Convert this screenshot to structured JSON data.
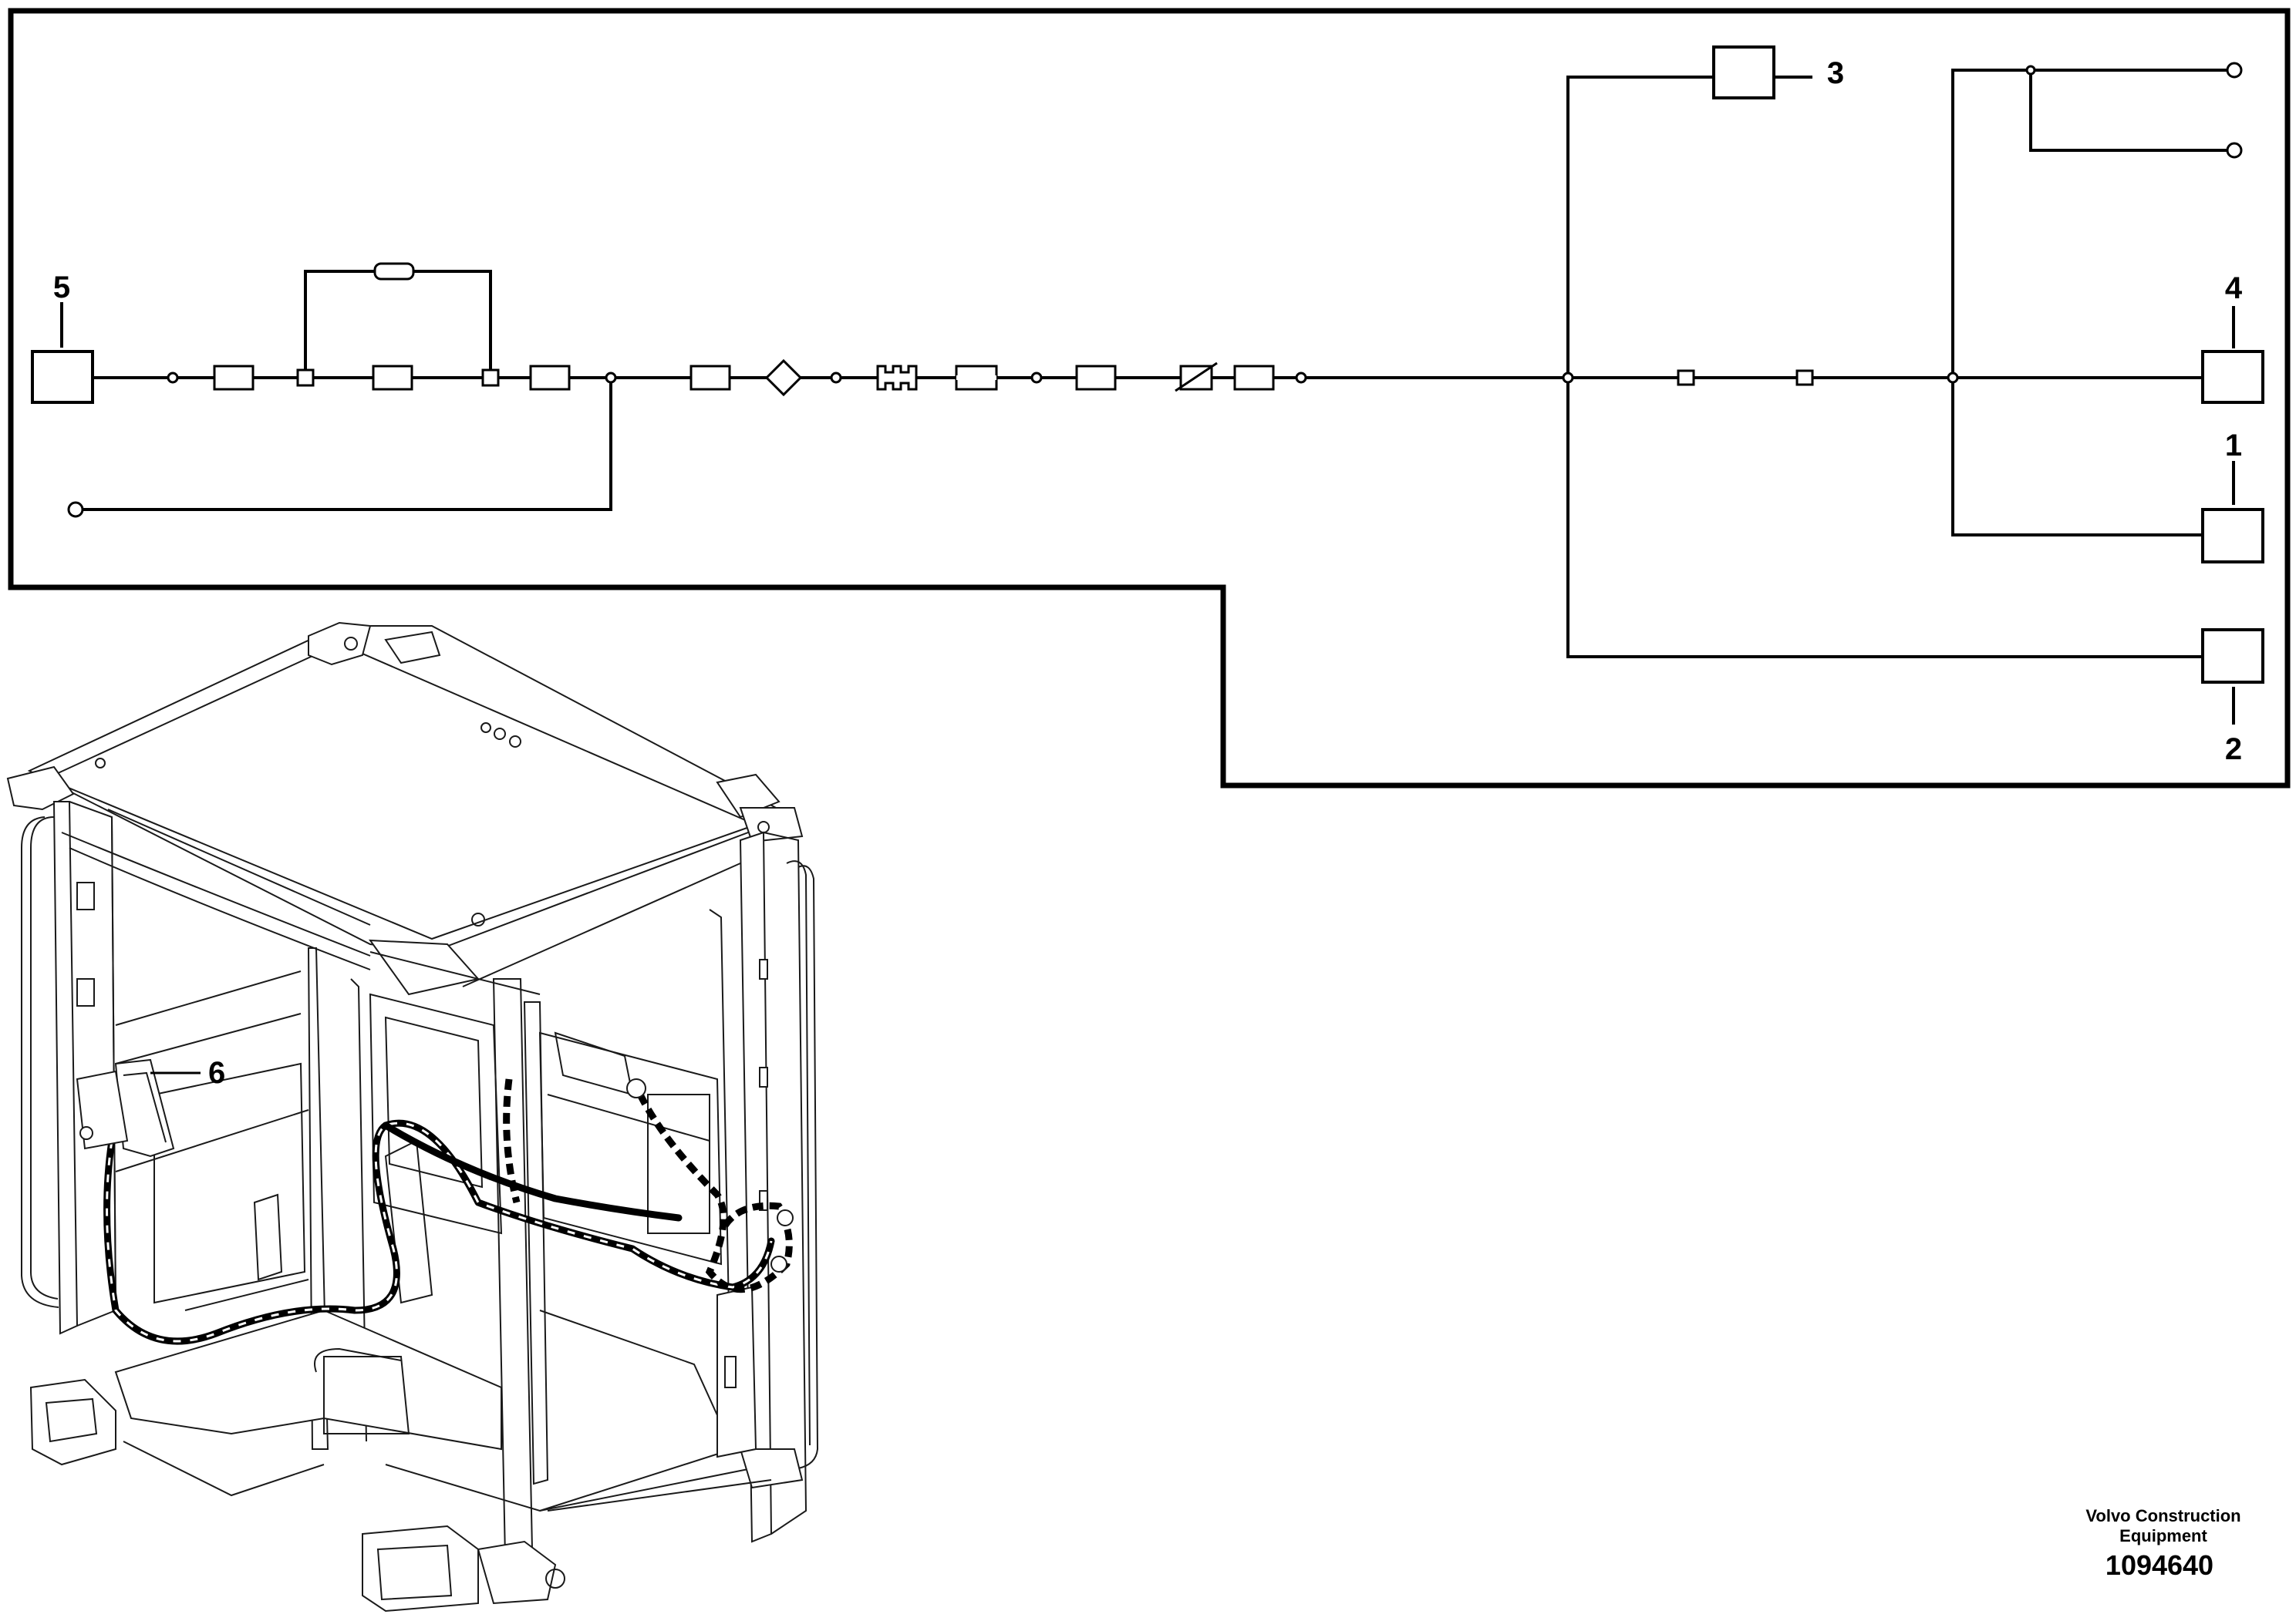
{
  "callouts": {
    "c1": "1",
    "c2": "2",
    "c3": "3",
    "c4": "4",
    "c5": "5",
    "c6": "6"
  },
  "credit": {
    "line1": "Volvo Construction",
    "line2": "Equipment",
    "figure_number": "1094640"
  }
}
